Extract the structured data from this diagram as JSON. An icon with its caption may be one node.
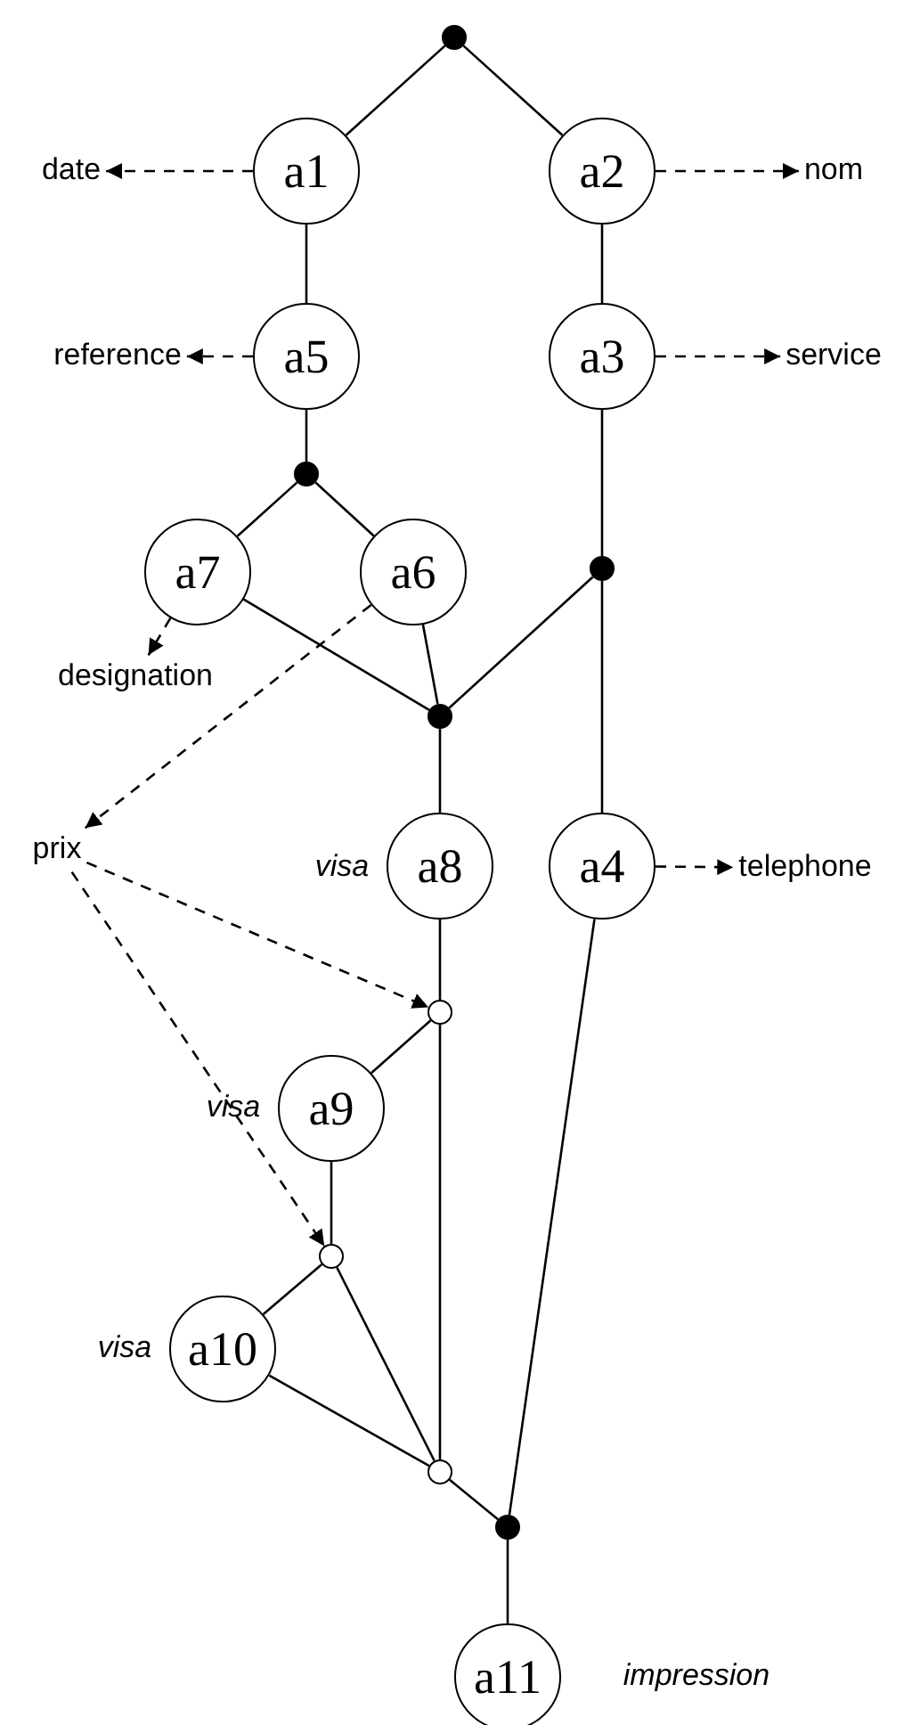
{
  "diagram": {
    "nodes": [
      {
        "text": [],
        "shape": "dot"
      },
      {
        "text": [
          "a1"
        ]
      },
      {
        "text": [
          "a2"
        ]
      },
      {
        "text": [
          "date"
        ]
      },
      {
        "text": [
          "nom"
        ]
      },
      {
        "text": [
          "a5"
        ]
      },
      {
        "text": [
          "a3"
        ]
      },
      {
        "text": [
          "reference"
        ]
      },
      {
        "text": [
          "service"
        ]
      },
      {
        "text": [],
        "shape": "dot"
      },
      {
        "text": [
          "a7"
        ]
      },
      {
        "text": [
          "a6"
        ]
      },
      {
        "text": [],
        "shape": "dot"
      },
      {
        "text": [
          "designation"
        ]
      },
      {
        "text": [],
        "shape": "dot"
      },
      {
        "text": [
          "prix"
        ]
      },
      {
        "text": [
          "a8"
        ],
        "beside": [
          "visa"
        ]
      },
      {
        "text": [
          "a4"
        ]
      },
      {
        "text": [
          "telephone"
        ]
      },
      {
        "text": [],
        "shape": "circle"
      },
      {
        "text": [
          "a9"
        ],
        "beside": [
          "visa"
        ]
      },
      {
        "text": [],
        "shape": "circle"
      },
      {
        "text": [
          "a10"
        ],
        "beside": [
          "visa"
        ]
      },
      {
        "text": [],
        "shape": "circle"
      },
      {
        "text": [],
        "shape": "dot"
      },
      {
        "text": [
          "a11"
        ],
        "beside": [
          "impression"
        ]
      }
    ],
    "edges": [
      {
        "from": 0,
        "to": 1,
        "arrow": "none"
      },
      {
        "from": 0,
        "to": 2,
        "arrow": "none"
      },
      {
        "from": 1,
        "to": 3,
        "arrow": "to",
        "style": "dashed"
      },
      {
        "from": 2,
        "to": 4,
        "arrow": "to",
        "style": "dashed"
      },
      {
        "from": 1,
        "to": 5,
        "arrow": "none"
      },
      {
        "from": 2,
        "to": 6,
        "arrow": "none"
      },
      {
        "from": 5,
        "to": 7,
        "arrow": "to",
        "style": "dashed"
      },
      {
        "from": 6,
        "to": 8,
        "arrow": "to",
        "style": "dashed"
      },
      {
        "from": 5,
        "to": 9,
        "arrow": "none"
      },
      {
        "from": 9,
        "to": 10,
        "arrow": "none"
      },
      {
        "from": 9,
        "to": 11,
        "arrow": "none"
      },
      {
        "from": 6,
        "to": 12,
        "arrow": "none"
      },
      {
        "from": 10,
        "to": 13,
        "arrow": "to",
        "style": "dashed"
      },
      {
        "from": 10,
        "to": 14,
        "arrow": "none"
      },
      {
        "from": 11,
        "to": 14,
        "arrow": "none"
      },
      {
        "from": 12,
        "to": 14,
        "arrow": "none"
      },
      {
        "from": 11,
        "to": 15,
        "arrow": "to",
        "style": "dashed"
      },
      {
        "from": 14,
        "to": 16,
        "arrow": "none"
      },
      {
        "from": 12,
        "to": 17,
        "arrow": "none"
      },
      {
        "from": 17,
        "to": 18,
        "arrow": "to",
        "style": "dashed"
      },
      {
        "from": 15,
        "to": 19,
        "arrow": "to",
        "style": "dashed"
      },
      {
        "from": 16,
        "to": 19,
        "arrow": "none"
      },
      {
        "from": 19,
        "to": 20,
        "arrow": "none"
      },
      {
        "from": 15,
        "to": 21,
        "arrow": "to",
        "style": "dashed"
      },
      {
        "from": 20,
        "to": 21,
        "arrow": "none"
      },
      {
        "from": 21,
        "to": 22,
        "arrow": "none"
      },
      {
        "from": 19,
        "to": 23,
        "arrow": "none"
      },
      {
        "from": 21,
        "to": 23,
        "arrow": "none"
      },
      {
        "from": 22,
        "to": 23,
        "arrow": "none"
      },
      {
        "from": 23,
        "to": 24,
        "arrow": "none"
      },
      {
        "from": 17,
        "to": 24,
        "arrow": "none"
      },
      {
        "from": 24,
        "to": 25,
        "arrow": "none"
      }
    ]
  }
}
